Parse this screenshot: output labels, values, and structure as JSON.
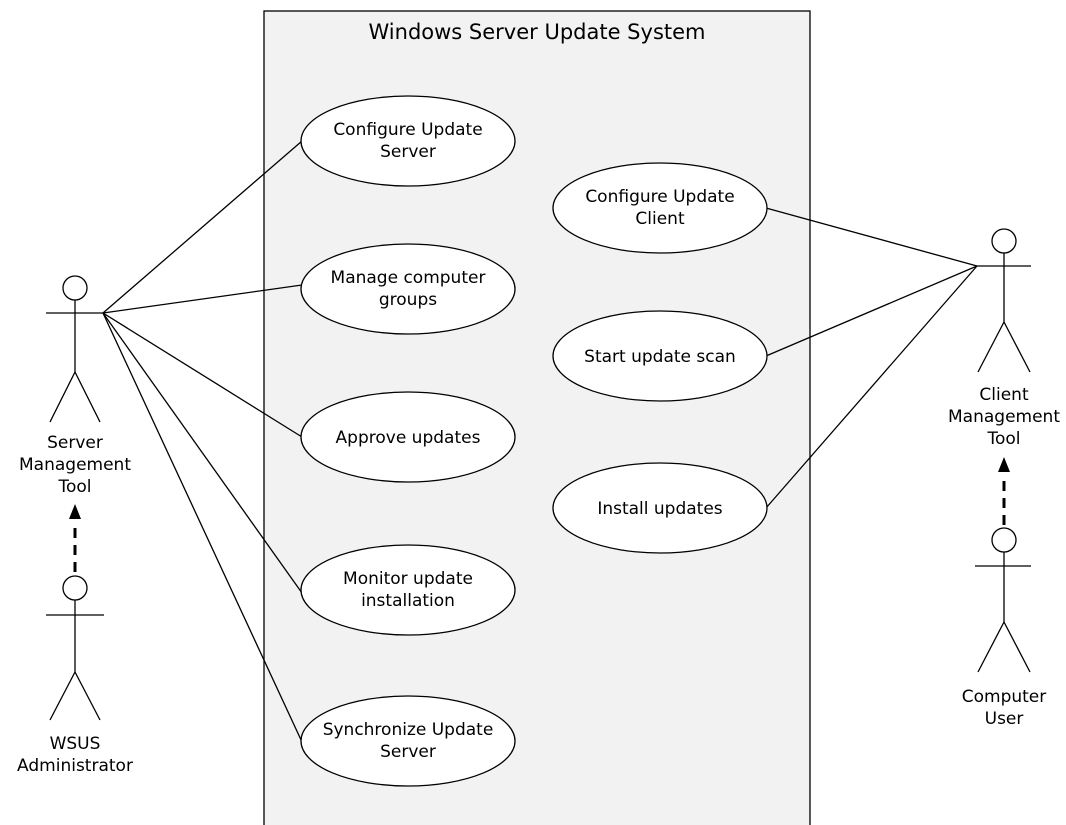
{
  "system": {
    "title": "Windows Server Update System"
  },
  "use_cases": {
    "configure_update_server": [
      "Configure Update",
      "Server"
    ],
    "manage_computer_groups": [
      "Manage computer",
      "groups"
    ],
    "approve_updates": [
      "Approve updates"
    ],
    "monitor_update_installation": [
      "Monitor update",
      "installation"
    ],
    "synchronize_update_server": [
      "Synchronize Update",
      "Server"
    ],
    "configure_update_client": [
      "Configure Update",
      "Client"
    ],
    "start_update_scan": [
      "Start update scan"
    ],
    "install_updates": [
      "Install updates"
    ]
  },
  "actors": {
    "server_management_tool": [
      "Server",
      "Management",
      "Tool"
    ],
    "wsus_administrator": [
      "WSUS",
      "Administrator"
    ],
    "client_management_tool": [
      "Client",
      "Management",
      "Tool"
    ],
    "computer_user": [
      "Computer",
      "User"
    ]
  }
}
